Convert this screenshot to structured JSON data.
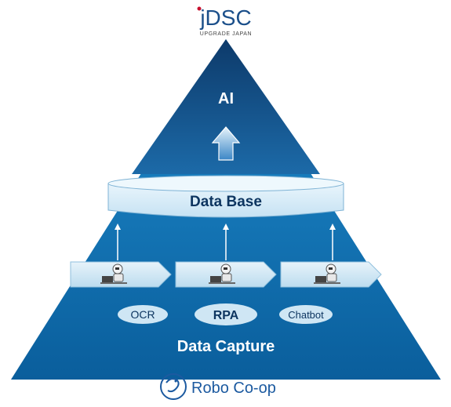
{
  "header": {
    "logo_text": "jDSC",
    "logo_tagline": "UPGRADE JAPAN"
  },
  "pyramid": {
    "top_label": "AI",
    "database_label": "Data Base",
    "bottom_label": "Data Capture",
    "methods": [
      {
        "label": "OCR",
        "emphasis": false
      },
      {
        "label": "RPA",
        "emphasis": true
      },
      {
        "label": "Chatbot",
        "emphasis": false
      }
    ]
  },
  "footer": {
    "brand_label": "Robo Co-op"
  },
  "colors": {
    "top_dark": "#0d3a6a",
    "top_mid": "#1c6aa8",
    "bottom_light": "#1f8ed0",
    "bottom_dark": "#0a5e9c",
    "database_fill": "#d7edf8",
    "chevron_fill": "#cfe6f4",
    "pill_fill": "#cfe6f4",
    "text_dark": "#0d3560",
    "logo_red": "#c8102e",
    "logo_blue": "#1b4f8a",
    "brand_blue": "#1c5aa0"
  }
}
